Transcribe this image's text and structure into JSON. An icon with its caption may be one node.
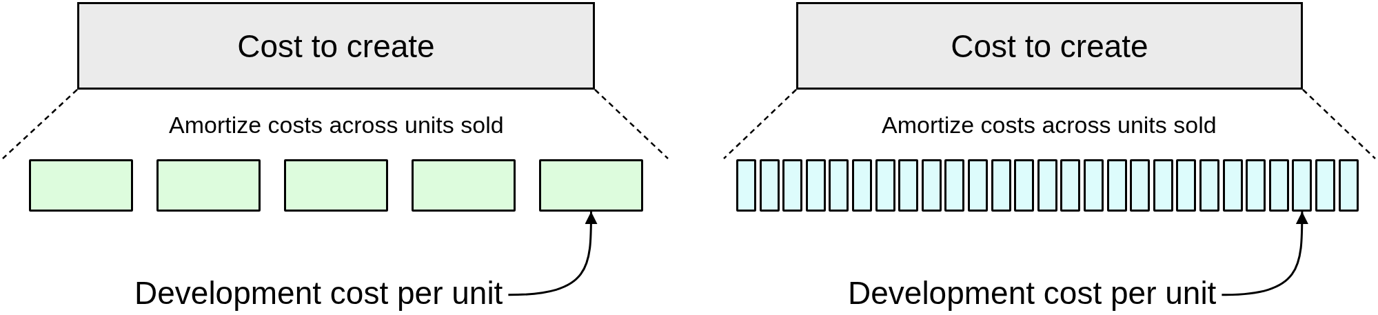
{
  "diagram": {
    "nodes": [
      {
        "text": [
          "Cost to create"
        ]
      },
      {
        "text": [],
        "shape": "box"
      },
      {
        "text": [],
        "shape": "box"
      },
      {
        "text": [],
        "shape": "box"
      },
      {
        "text": [],
        "shape": "box"
      },
      {
        "text": [],
        "shape": "box"
      },
      {
        "text": [
          "Development cost per unit"
        ]
      },
      {
        "text": [
          "Cost to create"
        ]
      },
      {
        "text": [],
        "shape": "box"
      },
      {
        "text": [],
        "shape": "box"
      },
      {
        "text": [],
        "shape": "box"
      },
      {
        "text": [],
        "shape": "box"
      },
      {
        "text": [],
        "shape": "box"
      },
      {
        "text": [],
        "shape": "box"
      },
      {
        "text": [],
        "shape": "box"
      },
      {
        "text": [],
        "shape": "box"
      },
      {
        "text": [],
        "shape": "box"
      },
      {
        "text": [],
        "shape": "box"
      },
      {
        "text": [],
        "shape": "box"
      },
      {
        "text": [],
        "shape": "box"
      },
      {
        "text": [],
        "shape": "box"
      },
      {
        "text": [],
        "shape": "box"
      },
      {
        "text": [],
        "shape": "box"
      },
      {
        "text": [],
        "shape": "box"
      },
      {
        "text": [],
        "shape": "box"
      },
      {
        "text": [],
        "shape": "box"
      },
      {
        "text": [],
        "shape": "box"
      },
      {
        "text": [],
        "shape": "box"
      },
      {
        "text": [],
        "shape": "box"
      },
      {
        "text": [],
        "shape": "box"
      },
      {
        "text": [],
        "shape": "box"
      },
      {
        "text": [],
        "shape": "box"
      },
      {
        "text": [],
        "shape": "box"
      },
      {
        "text": [],
        "shape": "box"
      },
      {
        "text": [],
        "shape": "box"
      },
      {
        "text": [
          "Development cost per unit"
        ]
      }
    ],
    "edges": [
      {
        "from": 6,
        "to": 5,
        "arrow": "to"
      },
      {
        "from": 35,
        "to": 32,
        "arrow": "to"
      }
    ],
    "labels": [
      "Amortize costs across units sold",
      "Amortize costs across units sold"
    ]
  }
}
